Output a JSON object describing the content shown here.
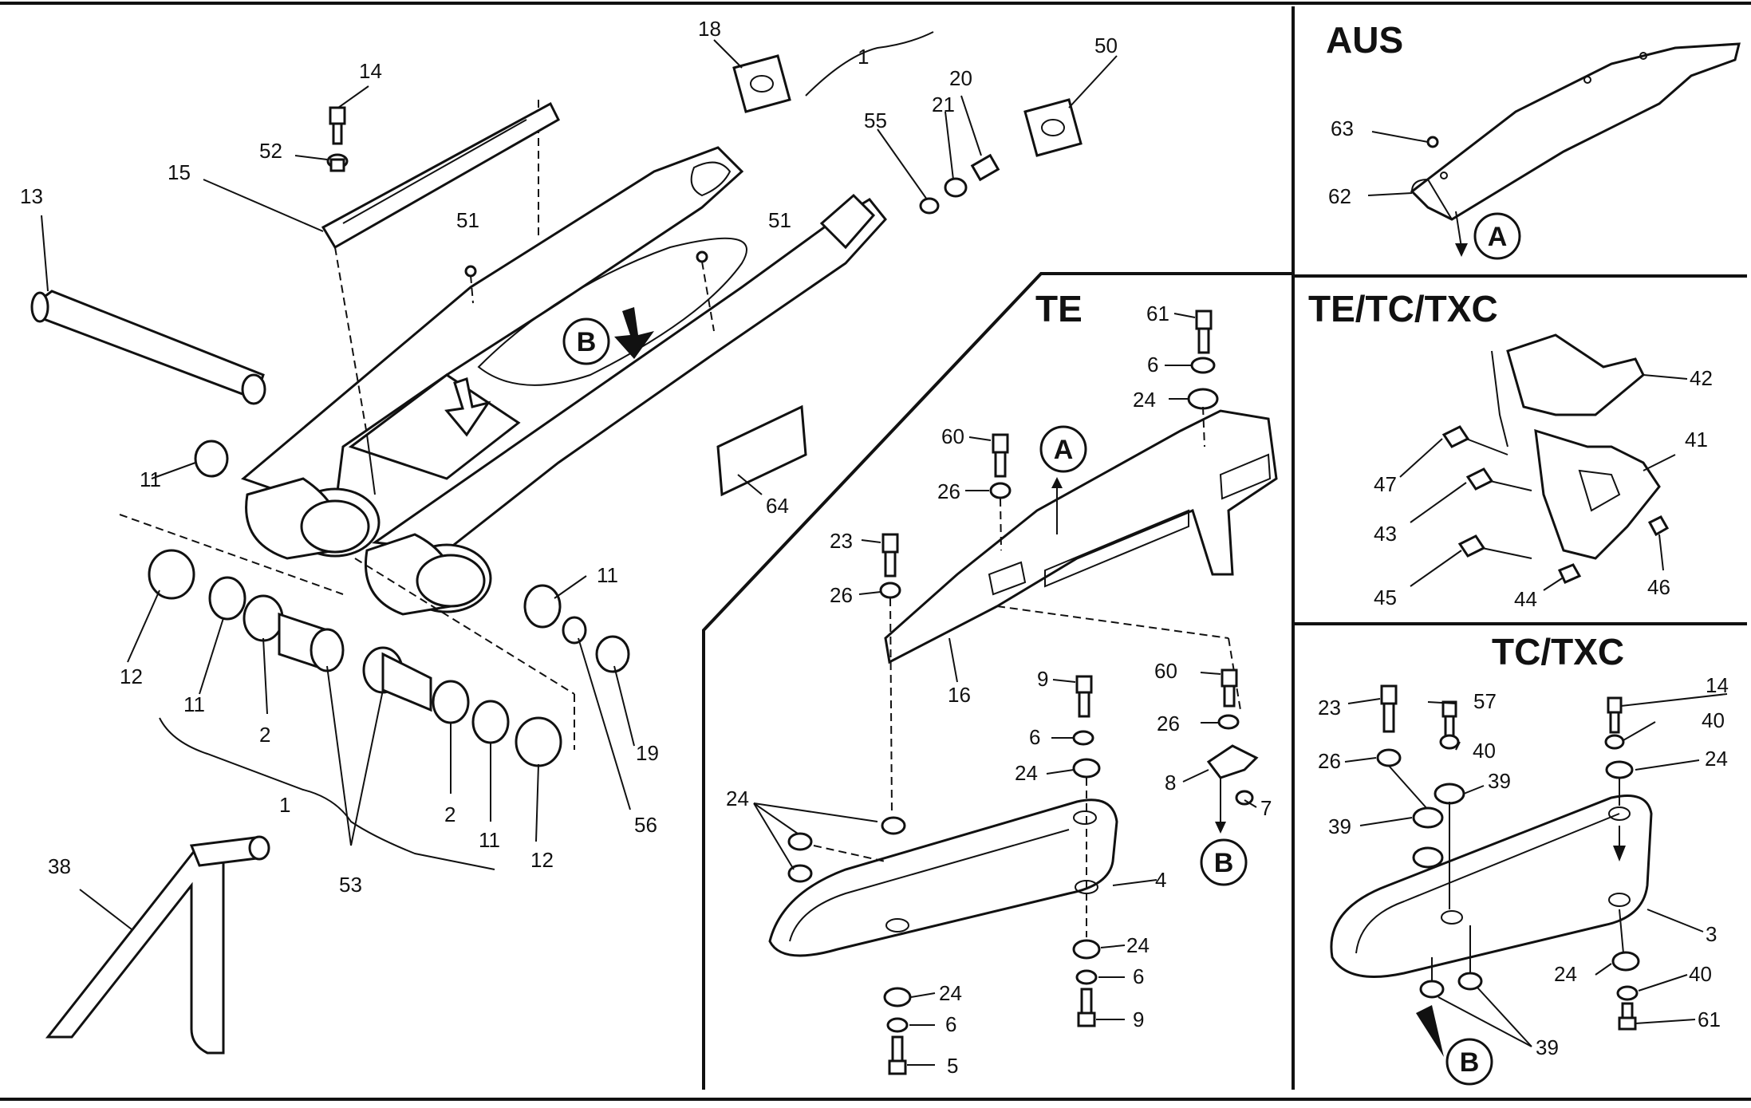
{
  "panels": {
    "aus": "AUS",
    "te": "TE",
    "tetctxc": "TE/TC/TXC",
    "tctxc": "TC/TXC"
  },
  "markers": {
    "a": "A",
    "b": "B"
  },
  "main_labels": {
    "l18": "18",
    "l1a": "1",
    "l50": "50",
    "l14": "14",
    "l52": "52",
    "l15": "15",
    "l13": "13",
    "l51a": "51",
    "l51b": "51",
    "l55": "55",
    "l21": "21",
    "l20": "20",
    "l11a": "11",
    "l11b": "11",
    "l12a": "12",
    "l11c": "11",
    "l2a": "2",
    "l1b": "1",
    "l53": "53",
    "l2b": "2",
    "l11d": "11",
    "l12b": "12",
    "l56": "56",
    "l19": "19",
    "l64": "64",
    "l38": "38"
  },
  "te_labels": {
    "l61": "61",
    "l6a": "6",
    "l24a": "24",
    "l60a": "60",
    "l26a": "26",
    "l23": "23",
    "l26b": "26",
    "l16": "16",
    "l9a": "9",
    "l6b": "6",
    "l24b": "24",
    "l60b": "60",
    "l26c": "26",
    "l8": "8",
    "l7": "7",
    "l24c": "24",
    "l4": "4",
    "l24d": "24",
    "l6c": "6",
    "l9b": "9",
    "l24e": "24",
    "l6d": "6",
    "l5": "5"
  },
  "aus_labels": {
    "l63": "63",
    "l62": "62"
  },
  "tetctxc_labels": {
    "l42": "42",
    "l41": "41",
    "l47": "47",
    "l43": "43",
    "l45": "45",
    "l44": "44",
    "l46": "46"
  },
  "tctxc_labels": {
    "l23": "23",
    "l57": "57",
    "l14": "14",
    "l40a": "40",
    "l40b": "40",
    "l26": "26",
    "l24a": "24",
    "l39a": "39",
    "l39b": "39",
    "l3": "3",
    "l24b": "24",
    "l40c": "40",
    "l61": "61",
    "l39c": "39"
  }
}
